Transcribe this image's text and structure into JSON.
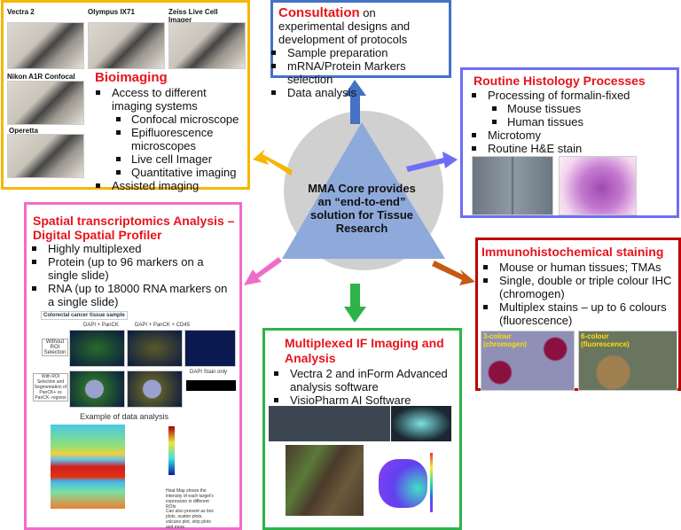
{
  "bioimaging": {
    "title": "Bioimaging",
    "photos": [
      "Vectra 2",
      "Olympus IX71",
      "Zeiss Live Cell Imager",
      "Nikon A1R Confocal",
      "Operetta"
    ],
    "items": [
      {
        "text": "Access to different imaging systems",
        "level": 1
      },
      {
        "text": "Confocal microscope",
        "level": 2
      },
      {
        "text": "Epifluorescence microscopes",
        "level": 2
      },
      {
        "text": "Live cell Imager",
        "level": 2
      },
      {
        "text": "Quantitative imaging",
        "level": 2
      },
      {
        "text": "Assisted imaging",
        "level": 1
      }
    ]
  },
  "consultation": {
    "title": "Consultation",
    "subtitle": " on experimental designs and development of protocols",
    "items": [
      "Sample preparation",
      "mRNA/Protein Markers selection",
      "Data analysis"
    ]
  },
  "histology": {
    "title": "Routine Histology Processes",
    "items": [
      {
        "text": "Processing of formalin-fixed",
        "level": 1
      },
      {
        "text": "Mouse tissues",
        "level": 2
      },
      {
        "text": "Human tissues",
        "level": 2
      },
      {
        "text": "Microtomy",
        "level": 1
      },
      {
        "text": "Routine H&E stain",
        "level": 1
      }
    ]
  },
  "center": {
    "text": "MMA Core provides an “end-to-end” solution for Tissue Research"
  },
  "spatial": {
    "title": "Spatial transcriptomics Analysis – Digital Spatial Profiler",
    "items": [
      "Highly multiplexed",
      "Protein (up to 96 markers on a single slide)",
      "RNA (up to 18000 RNA markers on a single slide)"
    ],
    "figure": {
      "sample": "Colorectal cancer tissue sample",
      "col1": "DAPI + PanCK",
      "col2": "DAPI + PanCK + CD45",
      "row1": "Without ROI Selection",
      "row2": "With ROI Selection and Segmentation of PanCK+ vs PanCK- regions",
      "dapi": "DAPI Stain only",
      "analysis_title": "Example of data analysis",
      "note1": "Heat Map shows the intensity of each target's expression in different ROIs",
      "note2": "Can also present as box plots, scatter plots, volcano plot, strip plots and more"
    }
  },
  "ihc": {
    "title": "Immunohistochemical staining",
    "items": [
      "Mouse or human tissues; TMAs",
      "Single, double or triple colour IHC (chromogen)",
      "Multiplex stains – up to 6 colours (fluorescence)"
    ],
    "img1": "3-colour (chromogen)",
    "img2": "6-colour (fluorescence)"
  },
  "multiplex": {
    "title": "Multiplexed IF Imaging and Analysis",
    "items": [
      "Vectra 2 and inForm Advanced analysis software",
      "VisioPharm AI Software"
    ]
  },
  "colors": {
    "yellow": "#f5b700",
    "blue": "#4472c4",
    "purple": "#6e6ef5",
    "pink": "#f06cc8",
    "red": "#c00000",
    "green": "#2eb34a",
    "triangle": "#8eaadb"
  }
}
